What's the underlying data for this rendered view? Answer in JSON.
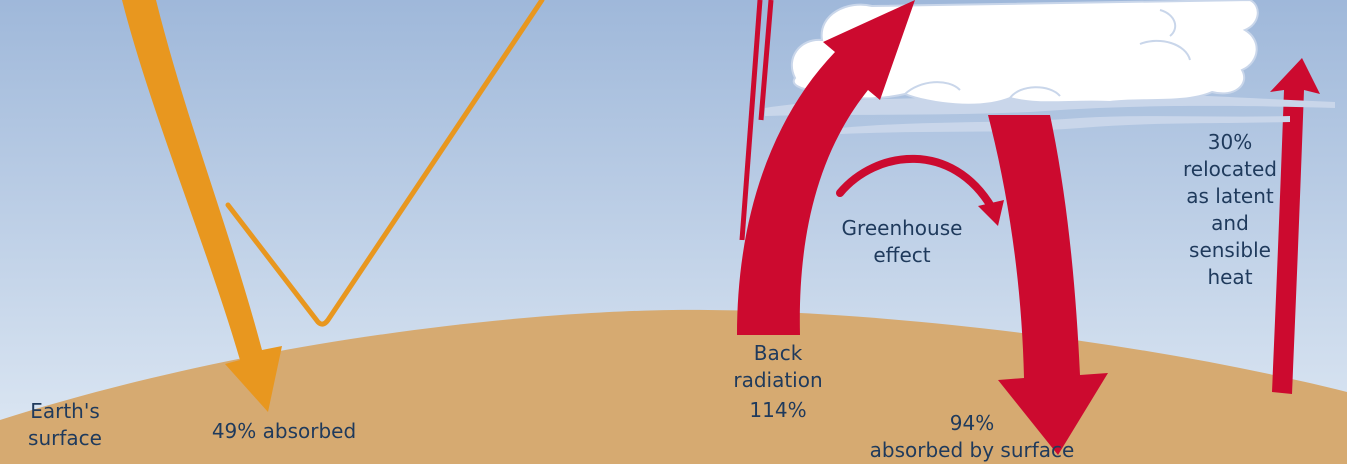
{
  "colors": {
    "sky_top": "#9fb8da",
    "sky_bottom": "#dfe9f4",
    "ground": "#d6aa71",
    "solar_arrow": "#e8971f",
    "heat_arrow": "#cc0a2f",
    "cloud": "#ffffff",
    "cloud_shade": "#c9d6ea",
    "text": "#1f3a5c"
  },
  "labels": {
    "earth_surface": [
      "Earth's",
      "surface"
    ],
    "absorbed_49": "49% absorbed",
    "back_radiation": [
      "Back",
      "radiation"
    ],
    "back_radiation_pct": "114%",
    "greenhouse_effect": [
      "Greenhouse",
      "effect"
    ],
    "absorbed_by_surface_pct": "94%",
    "absorbed_by_surface": "absorbed by surface",
    "relocated": [
      "30%",
      "relocated",
      "as latent",
      "and",
      "sensible",
      "heat"
    ]
  },
  "icons": {
    "solar_absorbed": "solar-absorbed-arrow-icon",
    "reflected": "reflected-ray-icon",
    "back_radiation": "back-radiation-arrow-icon",
    "downward": "downward-radiation-arrow-icon",
    "greenhouse_loop": "greenhouse-loop-arrow-icon",
    "latent_heat": "latent-heat-arrow-icon",
    "cloud": "cloud-icon"
  }
}
